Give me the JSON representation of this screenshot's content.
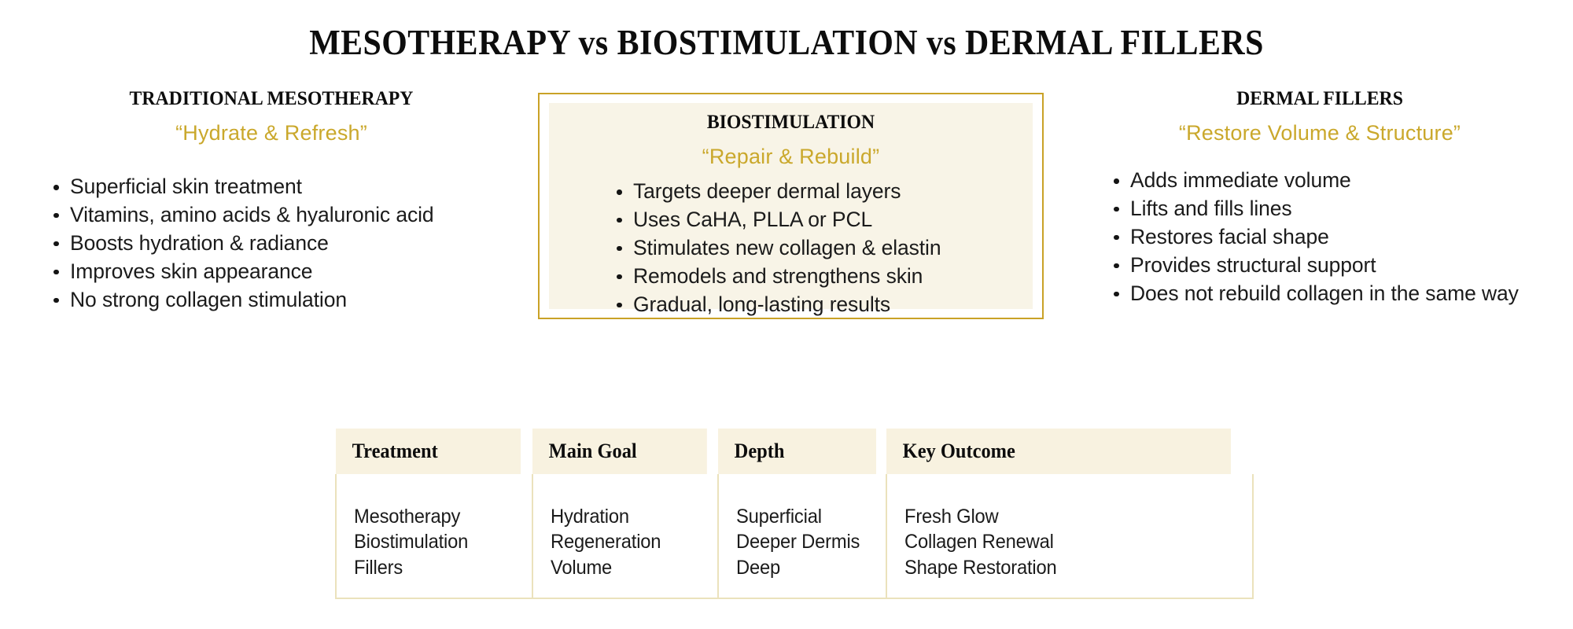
{
  "title": "MESOTHERAPY vs BIOSTIMULATION vs DERMAL FILLERS",
  "colors": {
    "accent_gold": "#c9a227",
    "subtitle_gold": "#caa82c",
    "panel_fill": "#f8f4e7",
    "table_header_fill": "#f8f2e0",
    "table_border": "#ebe2bc",
    "text": "#1b1b1b",
    "background": "#ffffff"
  },
  "columns": [
    {
      "heading": "TRADITIONAL MESOTHERAPY",
      "subtitle": "“Hydrate & Refresh”",
      "bullets": [
        "Superficial skin treatment",
        "Vitamins, amino acids & hyaluronic acid",
        "Boosts hydration & radiance",
        "Improves skin appearance",
        "No strong collagen stimulation"
      ]
    },
    {
      "heading": "BIOSTIMULATION",
      "subtitle": "“Repair & Rebuild”",
      "highlighted": true,
      "bullets": [
        "Targets deeper dermal layers",
        "Uses CaHA, PLLA or PCL",
        "Stimulates new collagen & elastin",
        "Remodels and strengthens skin",
        "Gradual, long-lasting results"
      ]
    },
    {
      "heading": "DERMAL FILLERS",
      "subtitle": "“Restore Volume & Structure”",
      "bullets": [
        "Adds immediate volume",
        "Lifts and fills lines",
        "Restores facial shape",
        "Provides structural support",
        "Does not rebuild collagen in the same way"
      ]
    }
  ],
  "table": {
    "headers": [
      "Treatment",
      "Main Goal",
      "Depth",
      "Key Outcome"
    ],
    "cells": {
      "treatment": [
        "Mesotherapy",
        "Biostimulation",
        "Fillers"
      ],
      "main_goal": [
        "Hydration",
        "Regeneration",
        "Volume"
      ],
      "depth": [
        "Superficial",
        "Deeper Dermis",
        "Deep"
      ],
      "key_outcome": [
        "Fresh Glow",
        "Collagen Renewal",
        "Shape Restoration"
      ]
    }
  }
}
